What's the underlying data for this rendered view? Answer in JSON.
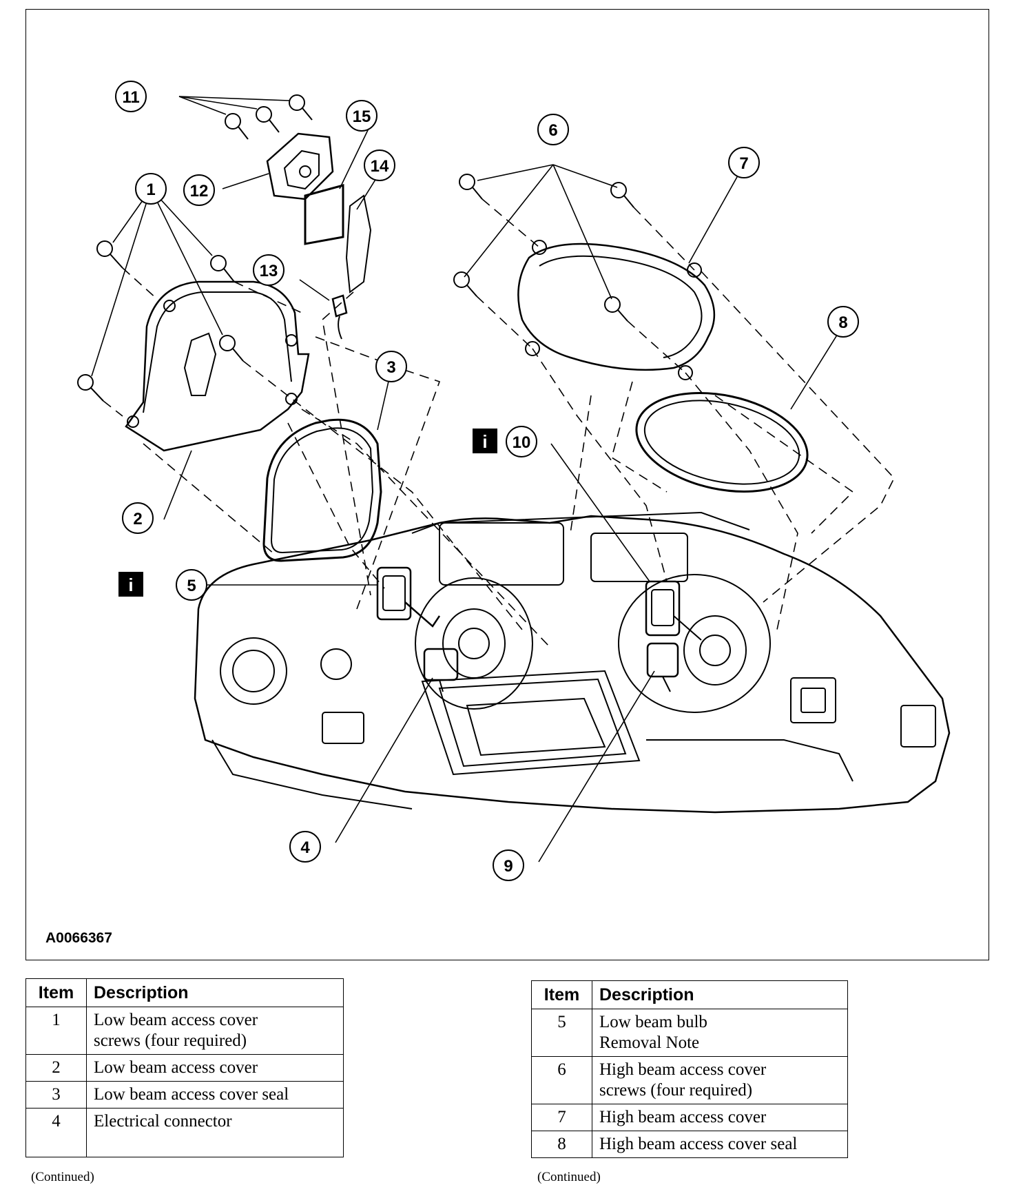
{
  "figure": {
    "id": "A0066367",
    "callouts": [
      "1",
      "2",
      "3",
      "4",
      "5",
      "6",
      "7",
      "8",
      "9",
      "10",
      "11",
      "12",
      "13",
      "14",
      "15"
    ],
    "info_marker": "i"
  },
  "legend_left": {
    "headers": [
      "Item",
      "Description"
    ],
    "rows": [
      {
        "item": "1",
        "lines": [
          "Low beam access cover",
          "screws (four required)"
        ]
      },
      {
        "item": "2",
        "lines": [
          "Low beam access cover"
        ]
      },
      {
        "item": "3",
        "lines": [
          "Low beam access cover seal"
        ]
      },
      {
        "item": "4",
        "lines": [
          "Electrical connector",
          ""
        ]
      }
    ],
    "footer": "(Continued)"
  },
  "legend_right": {
    "headers": [
      "Item",
      "Description"
    ],
    "rows": [
      {
        "item": "5",
        "lines": [
          "Low beam bulb",
          "Removal Note"
        ]
      },
      {
        "item": "6",
        "lines": [
          "High beam access cover",
          "screws (four required)"
        ]
      },
      {
        "item": "7",
        "lines": [
          "High beam access cover"
        ]
      },
      {
        "item": "8",
        "lines": [
          "High beam access cover seal"
        ]
      }
    ],
    "footer": "(Continued)"
  }
}
